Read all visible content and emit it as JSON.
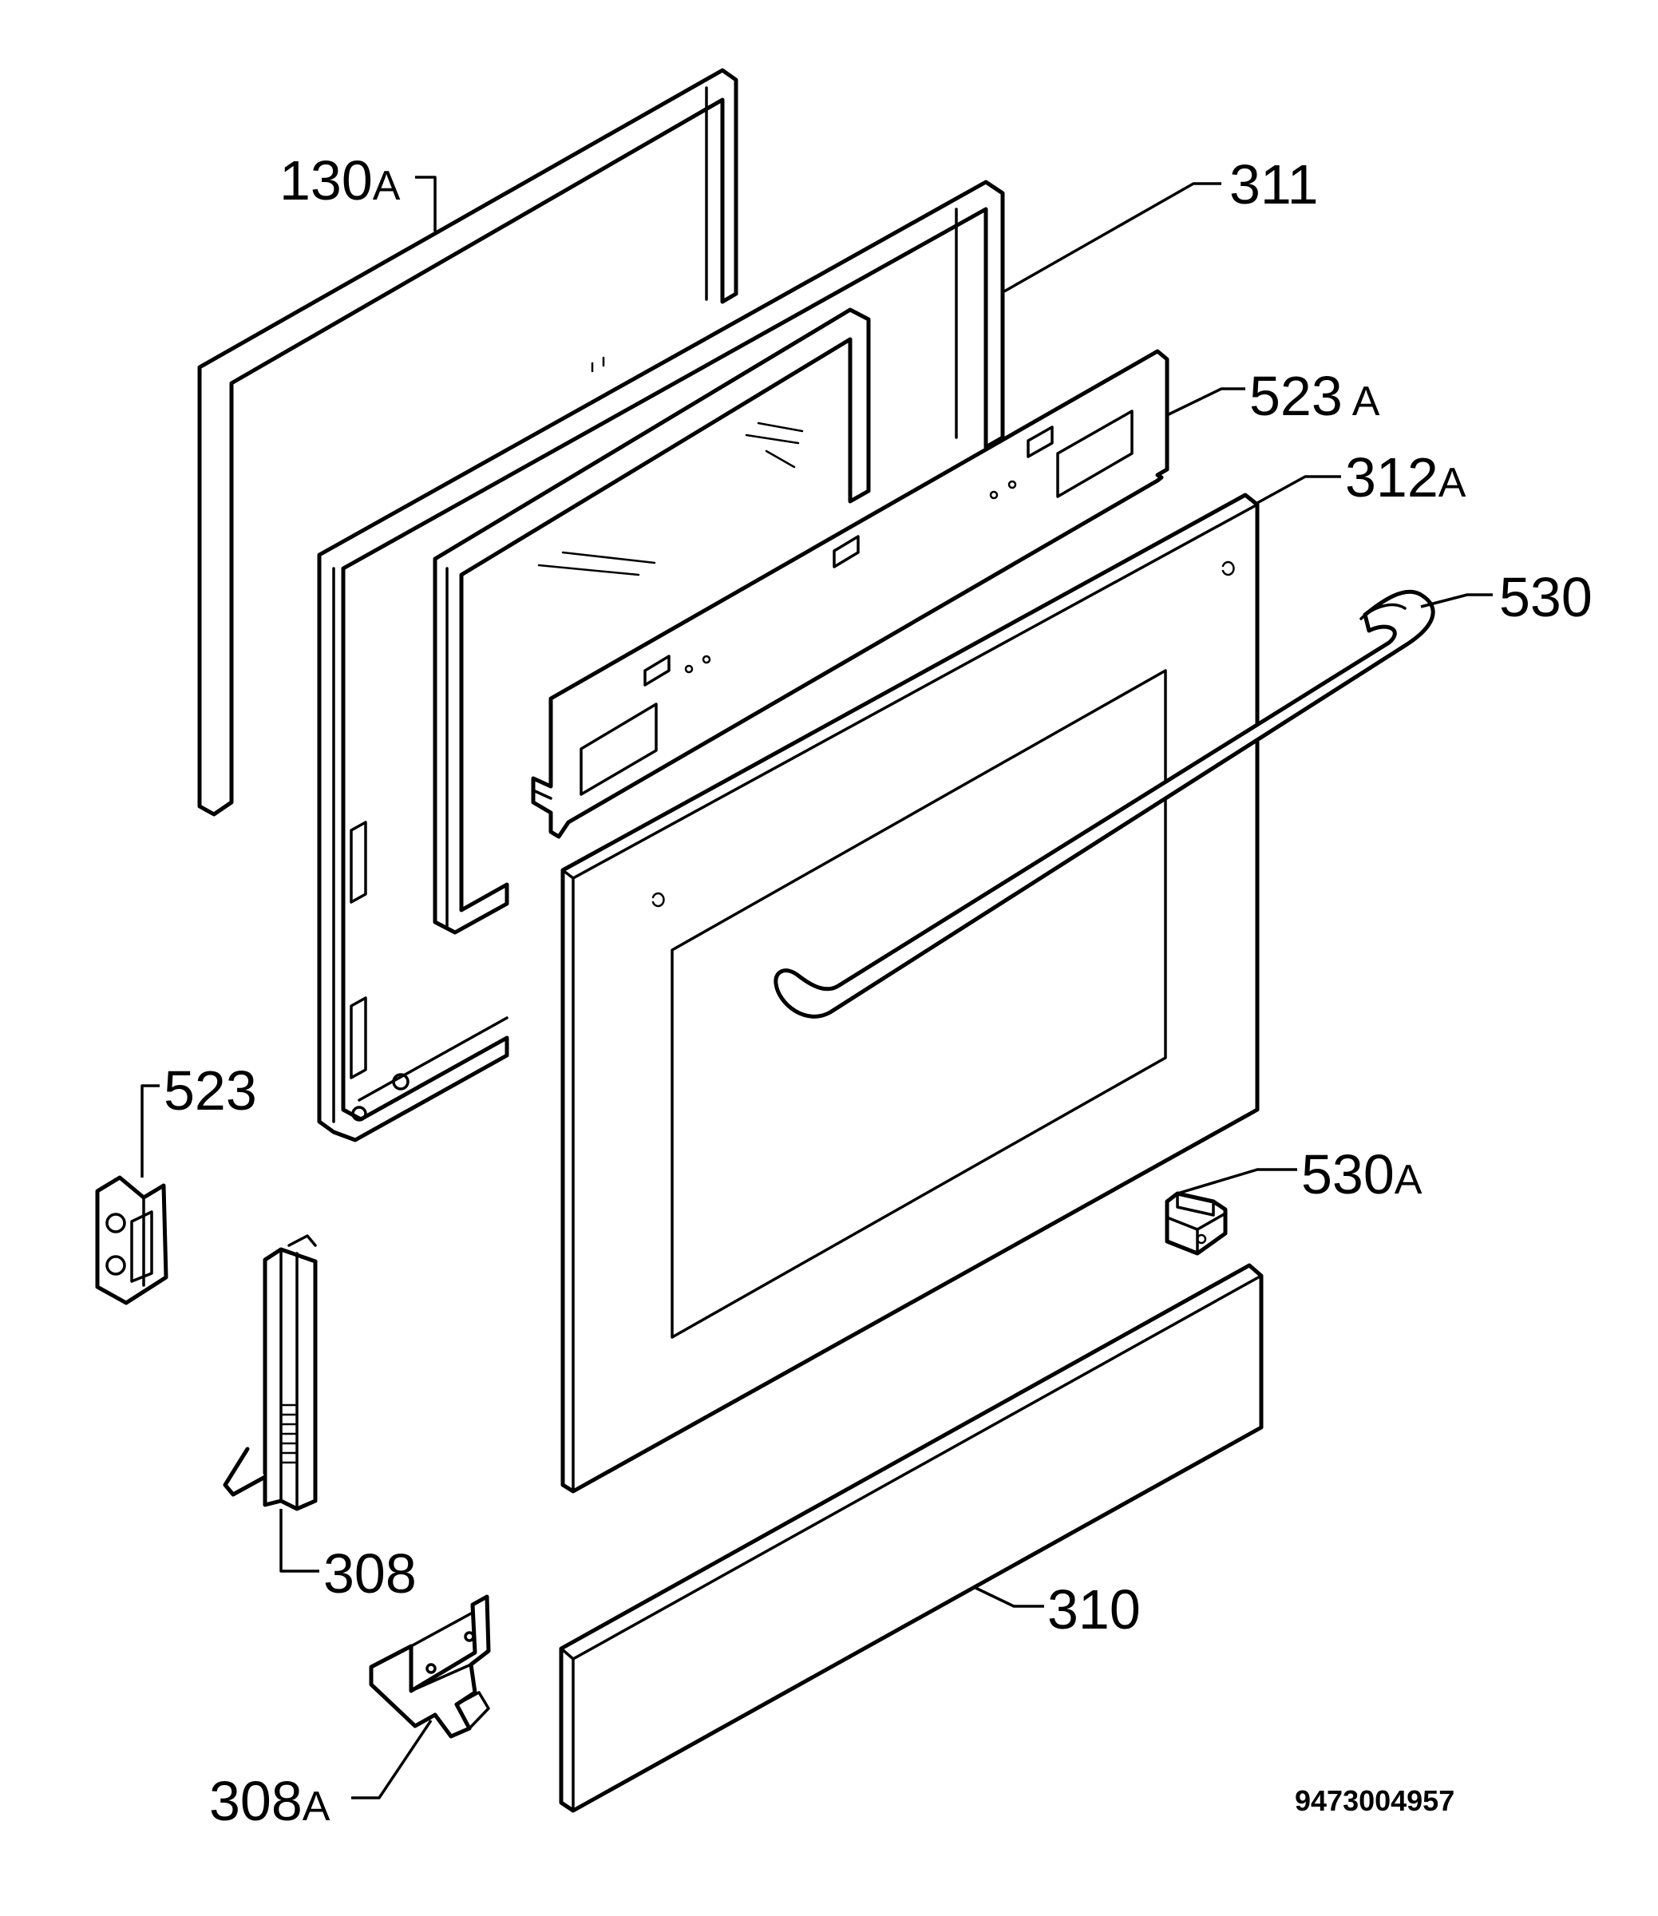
{
  "diagram": {
    "parts": [
      {
        "id": "130a",
        "number": "130",
        "suffix": "A"
      },
      {
        "id": "311",
        "number": "311",
        "suffix": ""
      },
      {
        "id": "523a",
        "number": "523",
        "suffix": "A"
      },
      {
        "id": "312a",
        "number": "312",
        "suffix": "A"
      },
      {
        "id": "530",
        "number": "530",
        "suffix": ""
      },
      {
        "id": "523",
        "number": "523",
        "suffix": ""
      },
      {
        "id": "530a",
        "number": "530",
        "suffix": "A"
      },
      {
        "id": "308",
        "number": "308",
        "suffix": ""
      },
      {
        "id": "310",
        "number": "310",
        "suffix": ""
      },
      {
        "id": "308a",
        "number": "308",
        "suffix": "A"
      }
    ],
    "document_number": "9473004957"
  },
  "colors": {
    "line": "#000000",
    "background": "#ffffff"
  }
}
